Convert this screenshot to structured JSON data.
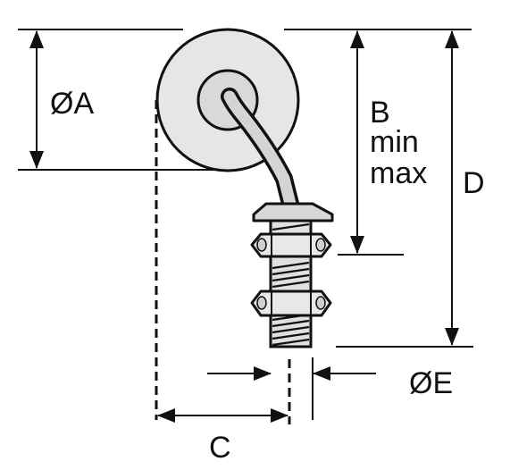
{
  "diagram": {
    "colors": {
      "line": "#111111",
      "fill_light": "#e6e6e6",
      "fill_mid": "#cfcfcf",
      "background": "#ffffff"
    },
    "labels": {
      "dia_a": "ØA",
      "b": "B",
      "b_min": "min",
      "b_max": "max",
      "d": "D",
      "dia_e": "ØE",
      "c": "C"
    }
  }
}
